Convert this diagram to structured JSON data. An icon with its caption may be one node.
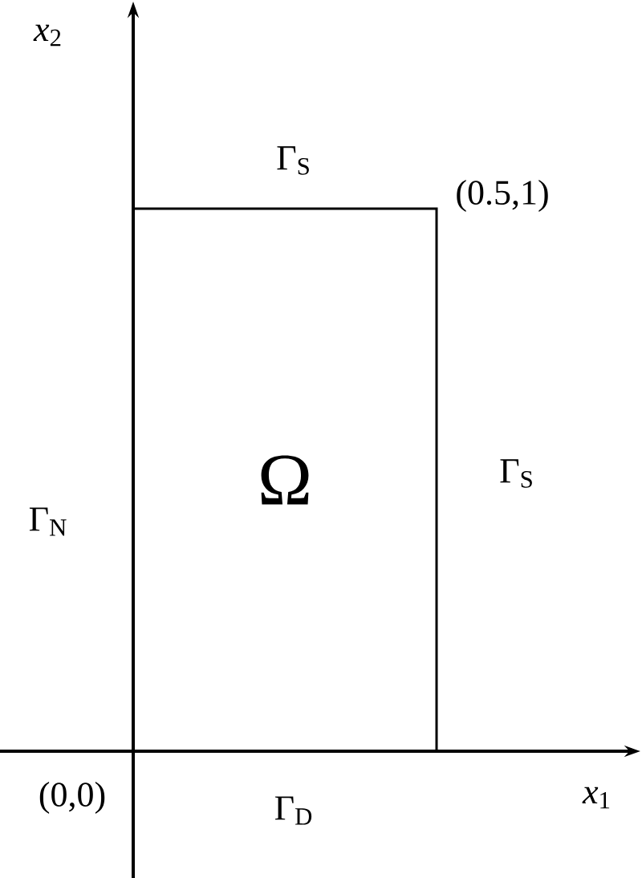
{
  "diagram": {
    "nodes": [
      {
        "text": [
          "Ω"
        ]
      }
    ],
    "labels": [
      "*x*$_{2}$",
      "Γ$_{S}$",
      "(0.5,1)",
      "Γ$_{N}$",
      "Γ$_{S}$",
      "(0,0)",
      "Γ$_{D}$",
      "*x*$_{1}$"
    ]
  }
}
